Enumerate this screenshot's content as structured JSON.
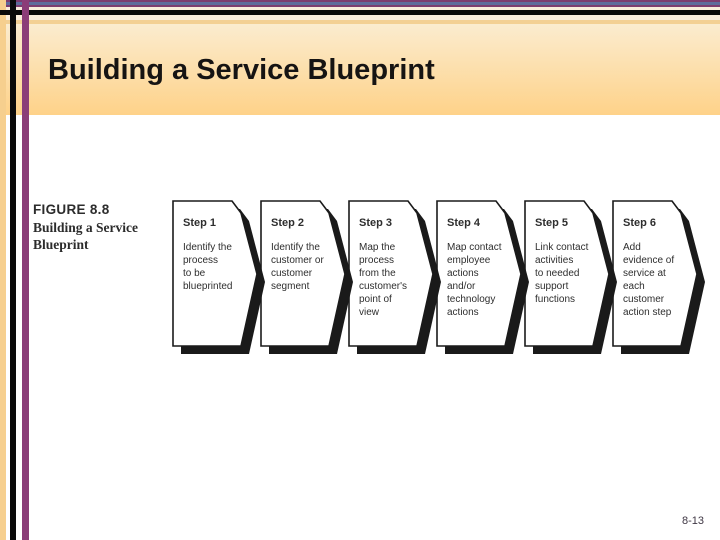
{
  "slide": {
    "title": "Building a Service Blueprint",
    "page_number": "8-13"
  },
  "figure": {
    "label": {
      "line1": "FIGURE 8.8",
      "line2": "Building a Service",
      "line3": "Blueprint"
    },
    "steps": [
      {
        "label": "Step 1",
        "body": "Identify the\nprocess\nto be\nblueprinted"
      },
      {
        "label": "Step 2",
        "body": "Identify the\ncustomer or\ncustomer\nsegment"
      },
      {
        "label": "Step 3",
        "body": "Map the\nprocess\nfrom the\ncustomer's\npoint of\nview"
      },
      {
        "label": "Step 4",
        "body": "Map contact\nemployee\nactions\nand/or\ntechnology\nactions"
      },
      {
        "label": "Step 5",
        "body": "Link contact\nactivities\nto needed\nsupport\nfunctions"
      },
      {
        "label": "Step 6",
        "body": "Add\nevidence of\nservice at\neach\ncustomer\naction step"
      }
    ]
  },
  "colors": {
    "accent_purple": "#7c3c6f",
    "accent_blue": "#5e6b9c",
    "accent_black": "#0a0a0a",
    "band_tan": "#f3d094",
    "band_gradient_top": "#fbeccf",
    "band_gradient_bottom": "#fed289",
    "stripe_orange": "#f6cf8e",
    "stripe_purple": "#8b3d78",
    "shape_outline": "#1a1a1a"
  }
}
